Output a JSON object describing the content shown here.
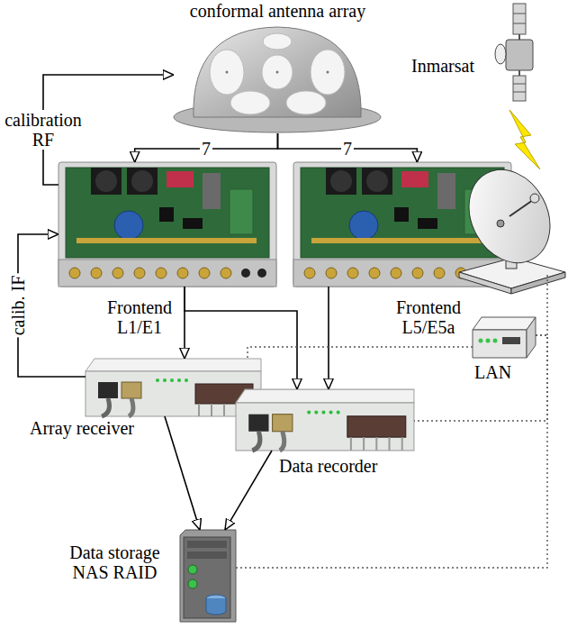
{
  "diagram": {
    "nodes": [
      {
        "text": [
          "conformal antenna array"
        ]
      },
      {
        "text": [
          "Frontend L1/E1"
        ]
      },
      {
        "text": [
          "Frontend L5/E5a"
        ]
      },
      {
        "text": [
          "Array receiver"
        ]
      },
      {
        "text": [
          "Data recorder"
        ]
      },
      {
        "text": [
          "Data storage NAS RAID"
        ]
      },
      {
        "text": [
          "Inmarsat"
        ]
      },
      {
        "text": [
          "LAN"
        ]
      }
    ],
    "edges": [
      {
        "from": 0,
        "to": 1,
        "arrow": "to",
        "label": "7"
      },
      {
        "from": 0,
        "to": 2,
        "arrow": "to",
        "label": "7"
      },
      {
        "from": 1,
        "to": 0,
        "arrow": "to",
        "label": "calibration RF"
      },
      {
        "from": 3,
        "to": 1,
        "arrow": "to",
        "label": "calib. IF"
      },
      {
        "from": 1,
        "to": 3,
        "arrow": "to"
      },
      {
        "from": 1,
        "to": 4,
        "arrow": "to"
      },
      {
        "from": 2,
        "to": 4,
        "arrow": "to"
      },
      {
        "from": 3,
        "to": 5,
        "arrow": "to"
      },
      {
        "from": 4,
        "to": 5,
        "arrow": "to"
      },
      {
        "from": 7,
        "to": 3,
        "arrow": "none"
      },
      {
        "from": 7,
        "to": 4,
        "arrow": "none"
      },
      {
        "from": 7,
        "to": 5,
        "arrow": "none"
      }
    ]
  }
}
